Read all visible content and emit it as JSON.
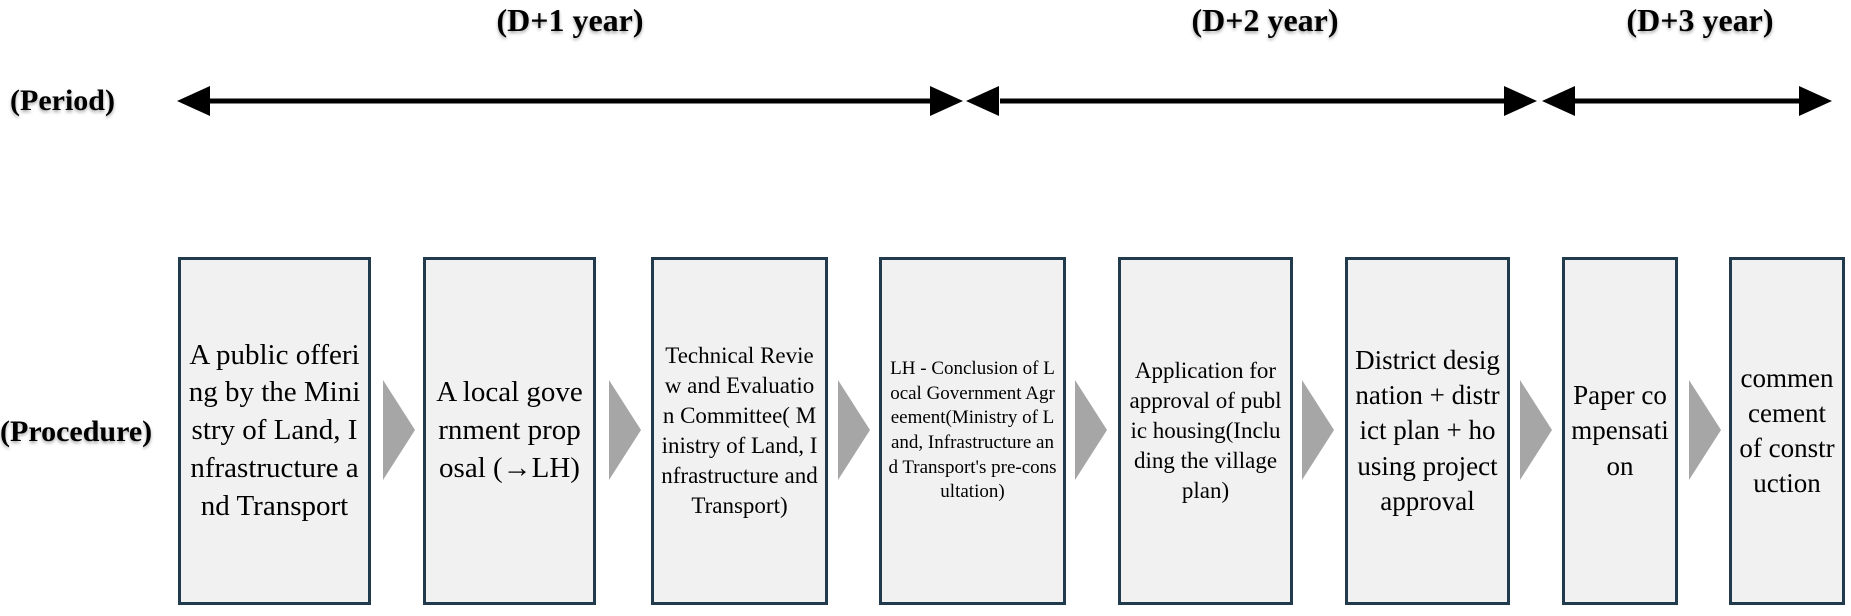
{
  "periods": [
    {
      "label": "(D+1 year)"
    },
    {
      "label": "(D+2 year)"
    },
    {
      "label": "(D+3 year)"
    }
  ],
  "row_labels": {
    "period": "(Period)",
    "procedure": "(Procedure)"
  },
  "steps": [
    {
      "text": "A public offering by the Ministry of Land, Infrastructure and Transport"
    },
    {
      "text": "A local government proposal (→LH)"
    },
    {
      "text": "Technical Review and Evaluation Committee( Ministry of Land, Infrastructure and Transport)"
    },
    {
      "text": "LH - Conclusion of Local Government Agreement(Ministry of Land, Infrastructure and Transport's pre-consultation)"
    },
    {
      "text": "Application for approval of public housing(Including the village plan)"
    },
    {
      "text": "District designation + district plan + housing project approval"
    },
    {
      "text": "Paper compensation"
    },
    {
      "text": "commencement of construction"
    }
  ],
  "colors": {
    "box_fill": "#f1f1f1",
    "box_border": "#213a4c",
    "chevron": "#a6a6a6",
    "arrow": "#000000"
  }
}
